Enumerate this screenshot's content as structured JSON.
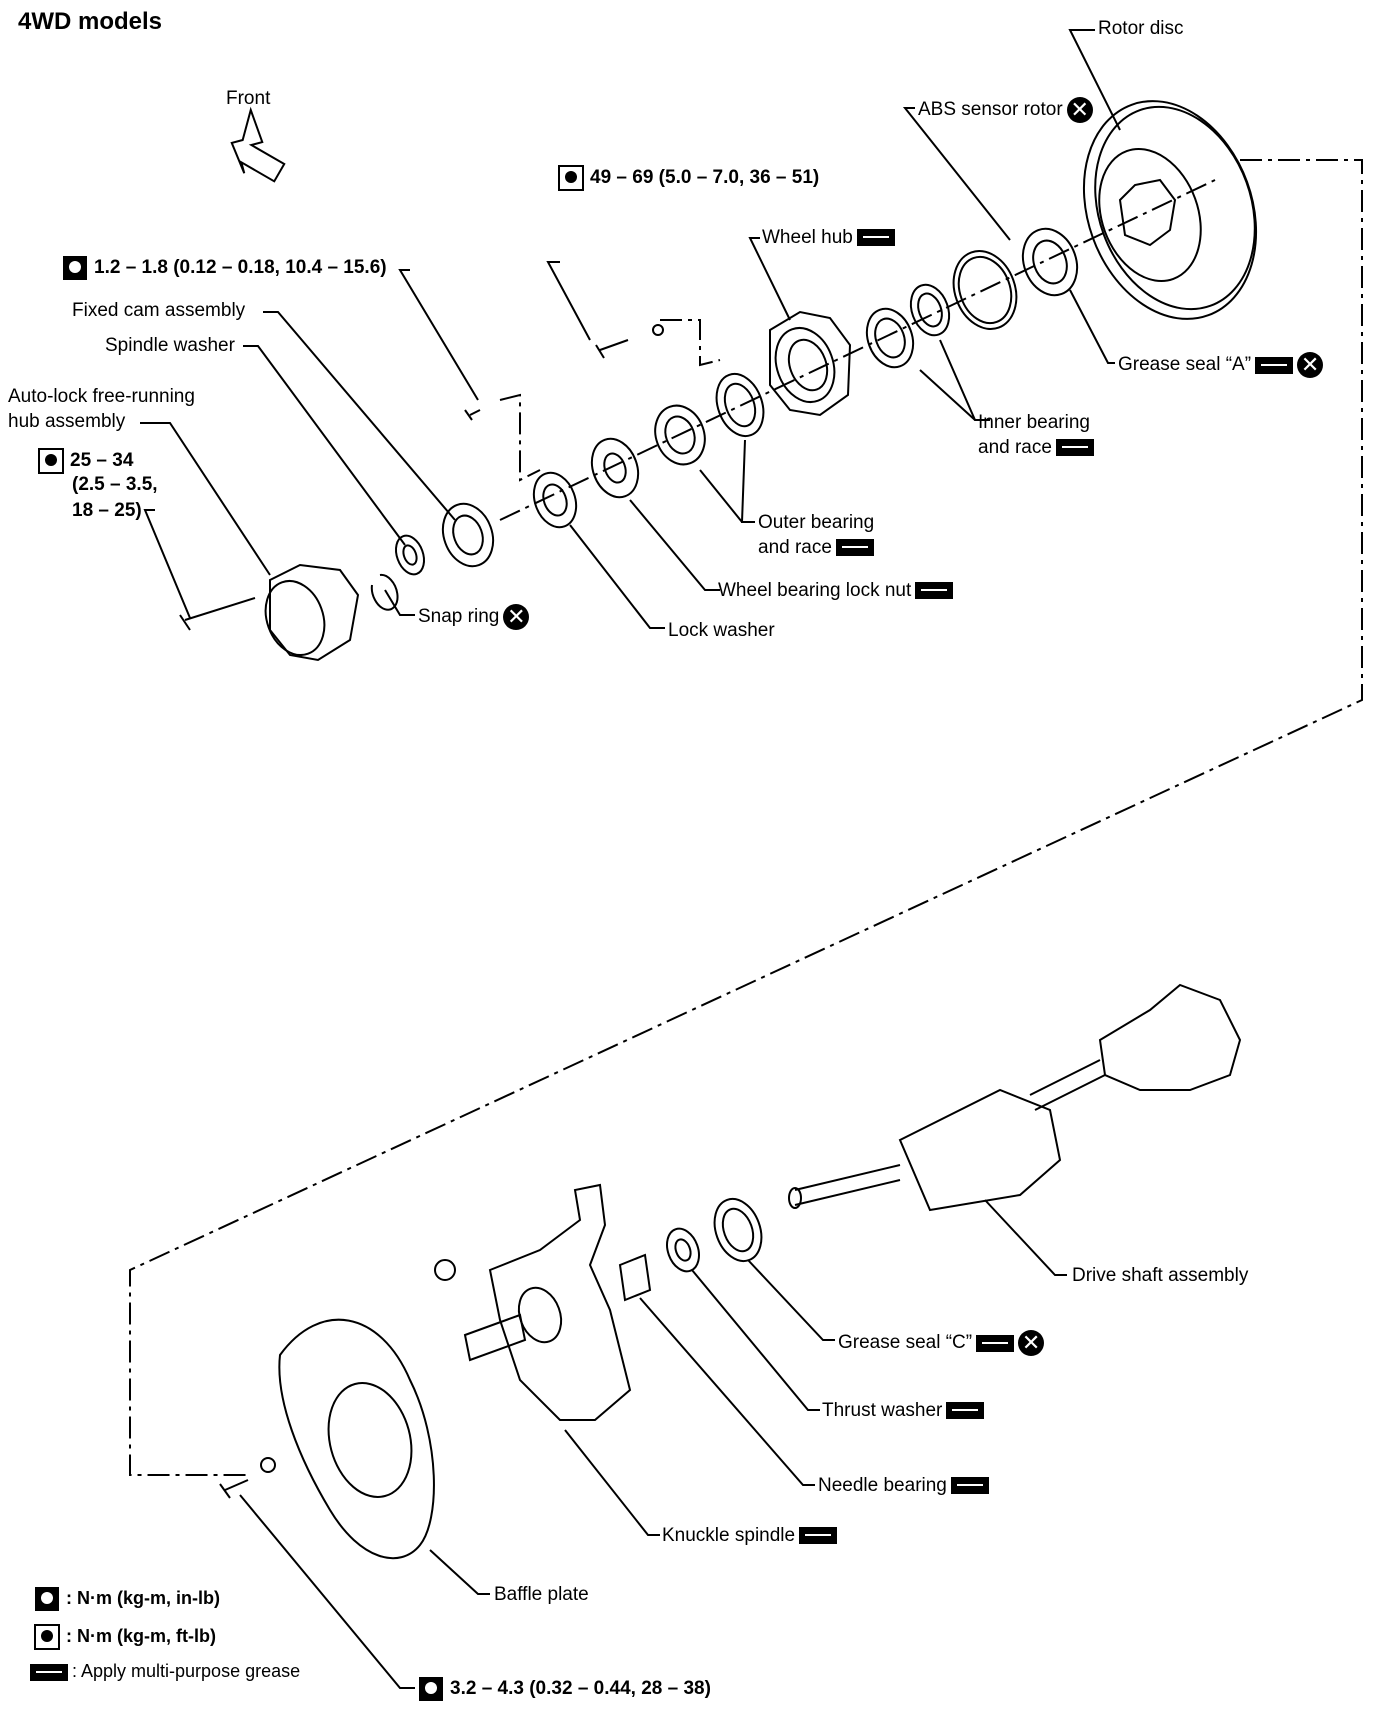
{
  "title": "4WD models",
  "direction": "Front",
  "torque": {
    "t1": "1.2 – 1.8 (0.12 – 0.18, 10.4 – 15.6)",
    "t2": "49 – 69 (5.0 – 7.0, 36 – 51)",
    "t3a": "25 – 34",
    "t3b": "(2.5 – 3.5,",
    "t3c": "18 – 25)",
    "t4": "3.2 – 4.3 (0.32 – 0.44, 28 – 38)"
  },
  "labels": {
    "rotor_disc": "Rotor disc",
    "abs_sensor_rotor": "ABS sensor rotor",
    "wheel_hub": "Wheel hub",
    "fixed_cam": "Fixed cam assembly",
    "spindle_washer": "Spindle washer",
    "autolock_a": "Auto-lock free-running",
    "autolock_b": "hub assembly",
    "grease_seal_a": "Grease seal “A”",
    "inner_bearing_a": "Inner bearing",
    "inner_bearing_b": "and race",
    "outer_bearing_a": "Outer bearing",
    "outer_bearing_b": "and race",
    "lock_nut": "Wheel bearing lock nut",
    "snap_ring": "Snap ring",
    "lock_washer": "Lock washer",
    "drive_shaft": "Drive shaft assembly",
    "grease_seal_c": "Grease seal “C”",
    "thrust_washer": "Thrust washer",
    "needle_bearing": "Needle bearing",
    "knuckle_spindle": "Knuckle spindle",
    "baffle_plate": "Baffle plate"
  },
  "legend": {
    "in_lb": ": N·m (kg-m, in-lb)",
    "ft_lb": ": N·m (kg-m, ft-lb)",
    "grease": ": Apply multi-purpose grease"
  },
  "icons": {
    "grease": "grease-icon",
    "replace": "replace-x-icon",
    "torque_in_lb": "torque-wrench-filled-icon",
    "torque_ft_lb": "torque-wrench-outline-icon"
  }
}
